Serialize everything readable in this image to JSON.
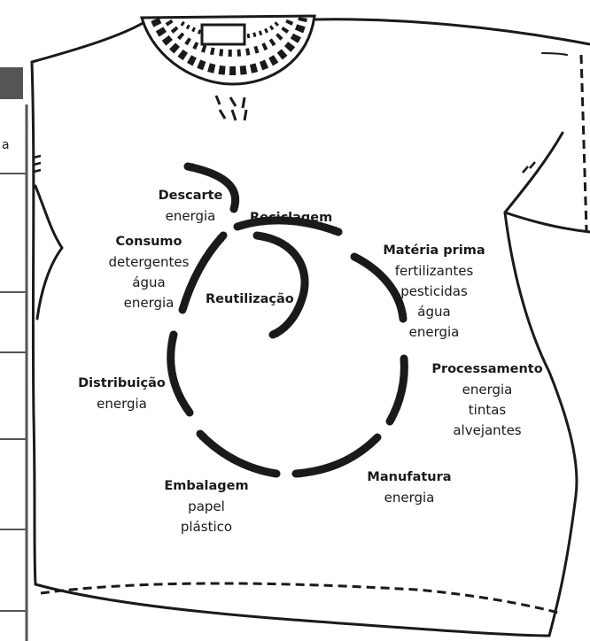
{
  "colors": {
    "ink": "#1a1a1a",
    "sidebar_header": "#555555",
    "background": "#ffffff"
  },
  "edge_fragment": "a",
  "cycle": {
    "recycle": "Reciclagem",
    "reuse": "Reutilização"
  },
  "stages": {
    "descarte": {
      "title": "Descarte",
      "items": [
        "energia"
      ]
    },
    "materia_prima": {
      "title": "Matéria prima",
      "items": [
        "fertilizantes",
        "pesticidas",
        "água",
        "energia"
      ]
    },
    "processamento": {
      "title": "Processamento",
      "items": [
        "energia",
        "tintas",
        "alvejantes"
      ]
    },
    "manufatura": {
      "title": "Manufatura",
      "items": [
        "energia"
      ]
    },
    "embalagem": {
      "title": "Embalagem",
      "items": [
        "papel",
        "plástico"
      ]
    },
    "distribuicao": {
      "title": "Distribuição",
      "items": [
        "energia"
      ]
    },
    "consumo": {
      "title": "Consumo",
      "items": [
        "detergentes",
        "água",
        "energia"
      ]
    }
  }
}
